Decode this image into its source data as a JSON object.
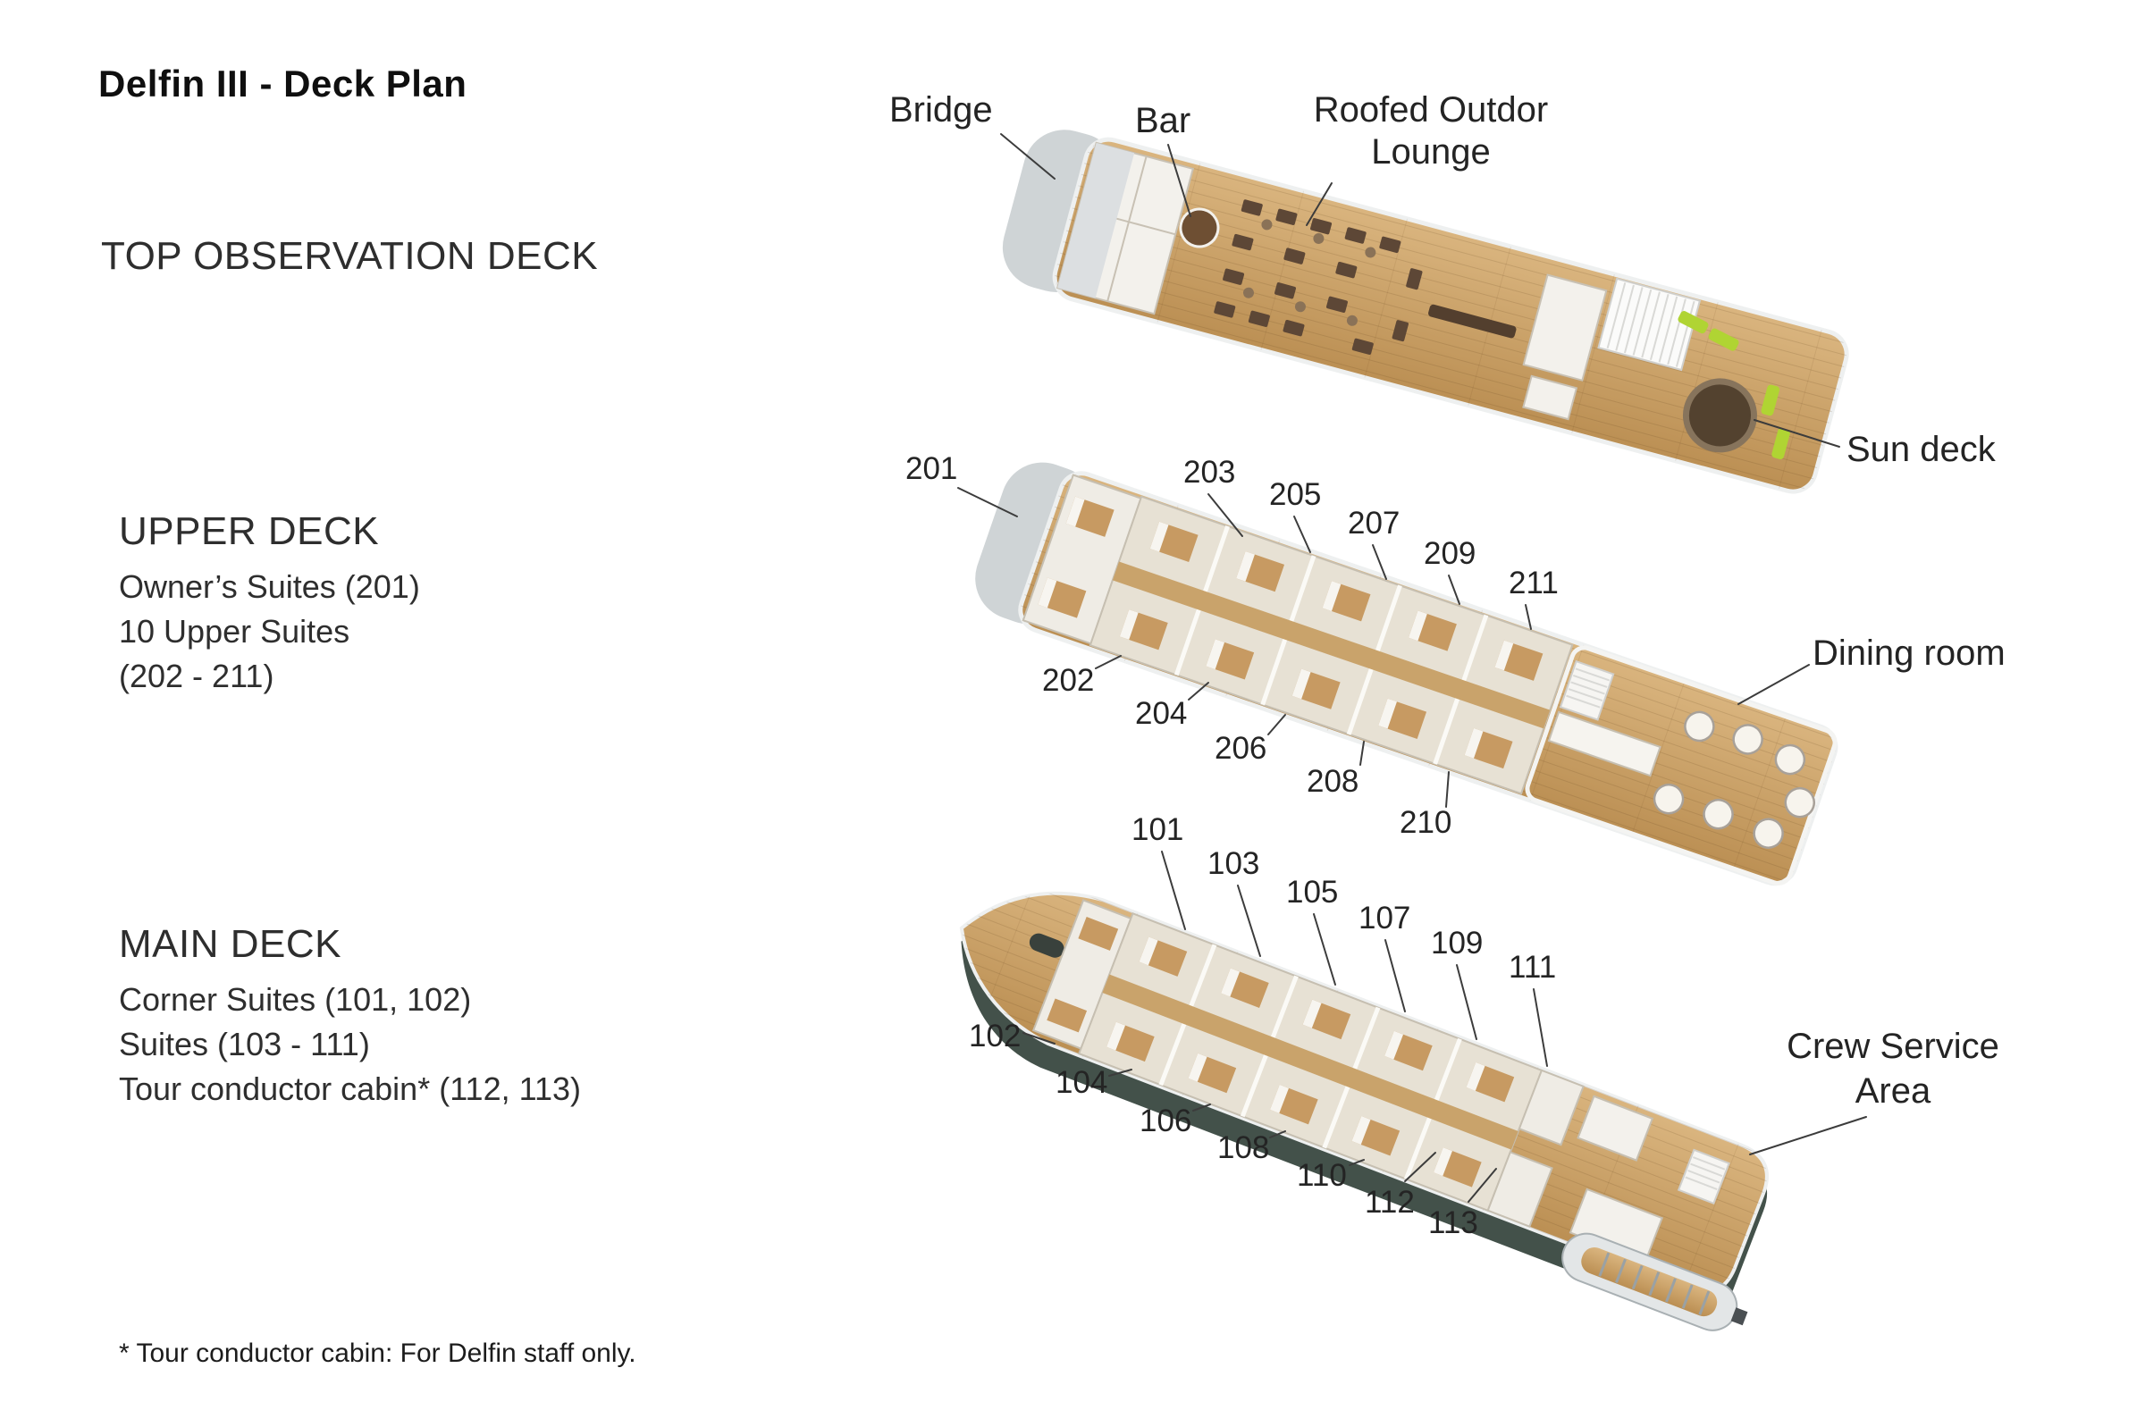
{
  "title": "Delfin III - Deck Plan",
  "footnote": "* Tour conductor cabin: For Delfin staff only.",
  "sections": {
    "top": {
      "heading": "TOP OBSERVATION DECK",
      "callouts": {
        "bridge": "Bridge",
        "bar": "Bar",
        "lounge": "Roofed Outdor\nLounge",
        "sun_deck": "Sun deck"
      }
    },
    "upper": {
      "heading": "UPPER DECK",
      "lines": [
        "Owner’s Suites (201)",
        "10 Upper Suites",
        "(202 - 211)"
      ],
      "cabins": [
        "201",
        "202",
        "203",
        "204",
        "205",
        "206",
        "207",
        "208",
        "209",
        "210",
        "211"
      ],
      "callouts": {
        "dining": "Dining room"
      }
    },
    "main": {
      "heading": "MAIN DECK",
      "lines": [
        "Corner Suites (101, 102)",
        "Suites (103 - 111)",
        "Tour conductor cabin* (112, 113)"
      ],
      "cabins": [
        "101",
        "102",
        "103",
        "104",
        "105",
        "106",
        "107",
        "108",
        "109",
        "110",
        "111",
        "112",
        "113"
      ],
      "callouts": {
        "crew": "Crew Service\nArea"
      }
    }
  },
  "colors": {
    "wood_deck": "#c9a36b",
    "hull_dark": "#43514a",
    "lounger_green": "#b0d433",
    "bow_gray": "#cfd4d6"
  }
}
